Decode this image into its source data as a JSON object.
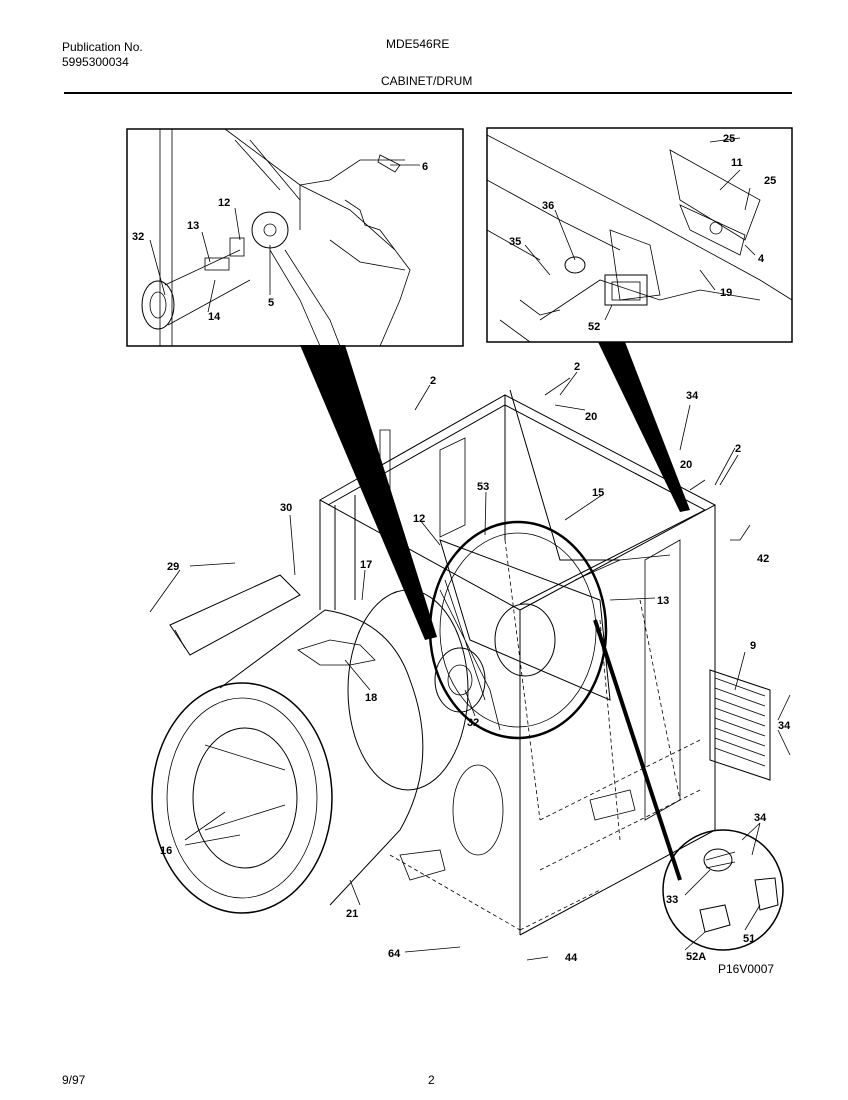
{
  "header": {
    "publication_label": "Publication No.",
    "publication_number": "5995300034",
    "model": "MDE546RE",
    "section": "CABINET/DRUM"
  },
  "footer": {
    "date": "9/97",
    "page": "2",
    "code": "P16V0007"
  },
  "callouts": {
    "inset_left": [
      "6",
      "12",
      "13",
      "32",
      "14",
      "5"
    ],
    "inset_right": [
      "25",
      "11",
      "25",
      "36",
      "35",
      "4",
      "19",
      "52"
    ],
    "main": [
      "2",
      "2",
      "20",
      "34",
      "20",
      "2",
      "53",
      "15",
      "30",
      "12",
      "42",
      "29",
      "17",
      "13",
      "9",
      "18",
      "32",
      "34",
      "16",
      "34",
      "33",
      "51",
      "21",
      "64",
      "44",
      "52A"
    ]
  }
}
